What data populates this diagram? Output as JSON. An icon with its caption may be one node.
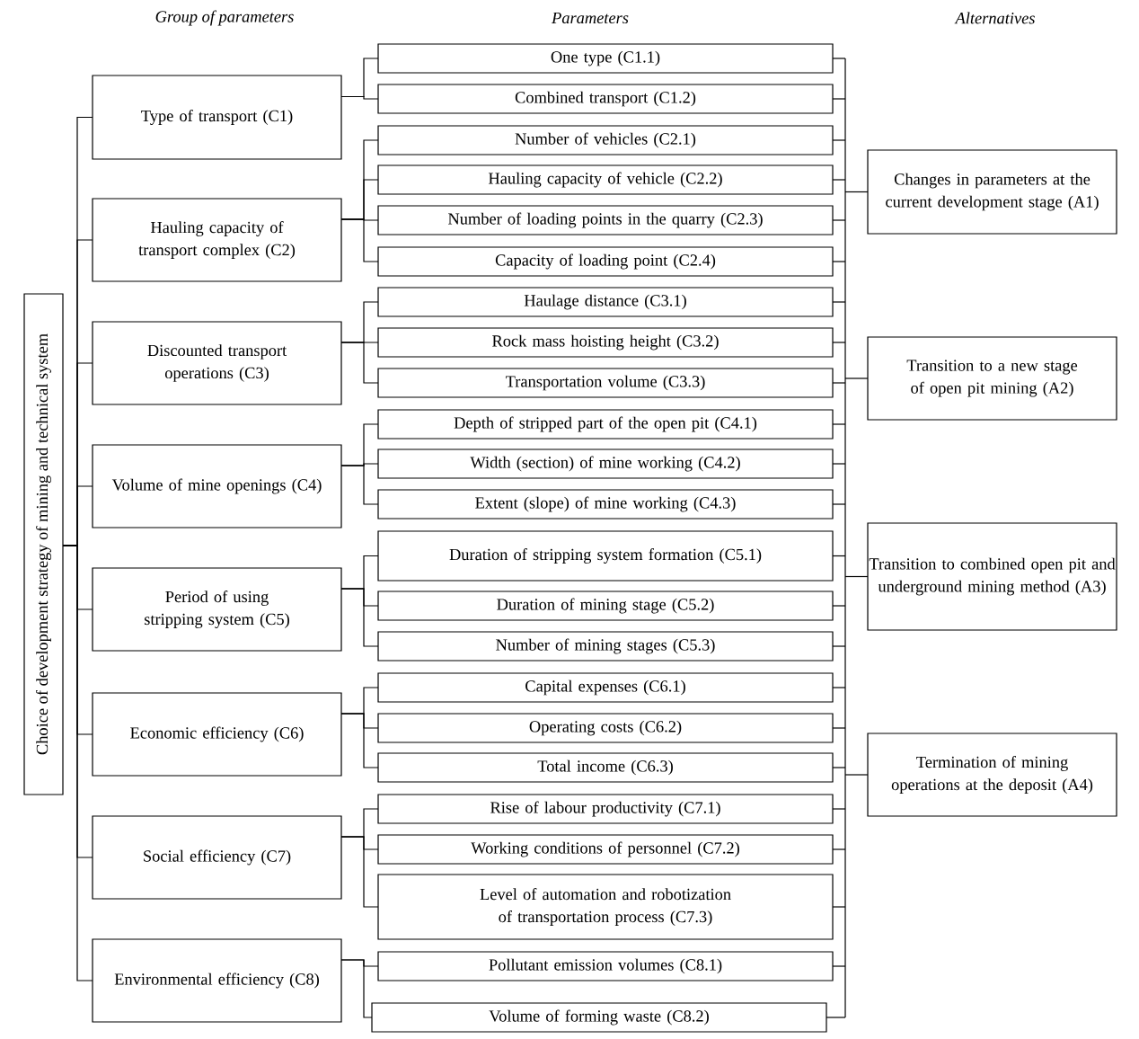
{
  "diagram": {
    "nodes": [
      {
        "text": [
          "Choice of development strategy of mining and technical system"
        ]
      },
      {
        "text": [
          "Type of transport (C1)"
        ]
      },
      {
        "text": [
          "Hauling capacity of transport complex (C2)"
        ]
      },
      {
        "text": [
          "Discounted transport operations (C3)"
        ]
      },
      {
        "text": [
          "Volume of mine openings (C4)"
        ]
      },
      {
        "text": [
          "Period of using stripping system (C5)"
        ]
      },
      {
        "text": [
          "Economic efficiency (C6)"
        ]
      },
      {
        "text": [
          "Social efficiency (C7)"
        ]
      },
      {
        "text": [
          "Environmental efficiency (C8)"
        ]
      },
      {
        "text": [
          "One type (C1.1)"
        ]
      },
      {
        "text": [
          "Combined transport (C1.2)"
        ]
      },
      {
        "text": [
          "Number of vehicles (C2.1)"
        ]
      },
      {
        "text": [
          "Hauling capacity of vehicle (C2.2)"
        ]
      },
      {
        "text": [
          "Number of loading points in the quarry (C2.3)"
        ]
      },
      {
        "text": [
          "Capacity of loading point (C2.4)"
        ]
      },
      {
        "text": [
          "Haulage distance (C3.1)"
        ]
      },
      {
        "text": [
          "Rock mass hoisting height (C3.2)"
        ]
      },
      {
        "text": [
          "Transportation volume (C3.3)"
        ]
      },
      {
        "text": [
          "Depth of stripped part of the open pit (C4.1)"
        ]
      },
      {
        "text": [
          "Width (section) of mine working (C4.2)"
        ]
      },
      {
        "text": [
          "Extent (slope) of mine working (C4.3)"
        ]
      },
      {
        "text": [
          "Duration of stripping system formation (C5.1)"
        ]
      },
      {
        "text": [
          "Duration of mining stage (C5.2)"
        ]
      },
      {
        "text": [
          "Number of mining stages (C5.3)"
        ]
      },
      {
        "text": [
          "Capital expenses (C6.1)"
        ]
      },
      {
        "text": [
          "Operating costs (C6.2)"
        ]
      },
      {
        "text": [
          "Total income (C6.3)"
        ]
      },
      {
        "text": [
          "Rise of labour productivity (C7.1)"
        ]
      },
      {
        "text": [
          "Working conditions of personnel (C7.2)"
        ]
      },
      {
        "text": [
          "Level of automation and robotization of transportation process (C7.3)"
        ]
      },
      {
        "text": [
          "Pollutant emission volumes (C8.1)"
        ]
      },
      {
        "text": [
          "Volume of forming waste (C8.2)"
        ]
      },
      {
        "text": [
          "Changes in parameters at the current development stage (A1)"
        ]
      },
      {
        "text": [
          "Transition to a new stage of open pit mining (A2)"
        ]
      },
      {
        "text": [
          "Transition to combined open pit and underground mining method (A3)"
        ]
      },
      {
        "text": [
          "Termination of mining operations at the deposit (A4)"
        ]
      }
    ],
    "edges": [
      {
        "from": 0,
        "to": 1,
        "arrow": "none"
      },
      {
        "from": 0,
        "to": 2,
        "arrow": "none"
      },
      {
        "from": 0,
        "to": 3,
        "arrow": "none"
      },
      {
        "from": 0,
        "to": 4,
        "arrow": "none"
      },
      {
        "from": 0,
        "to": 5,
        "arrow": "none"
      },
      {
        "from": 0,
        "to": 6,
        "arrow": "none"
      },
      {
        "from": 0,
        "to": 7,
        "arrow": "none"
      },
      {
        "from": 0,
        "to": 8,
        "arrow": "none"
      },
      {
        "from": 1,
        "to": 9,
        "arrow": "none"
      },
      {
        "from": 1,
        "to": 10,
        "arrow": "none"
      },
      {
        "from": 2,
        "to": 11,
        "arrow": "none"
      },
      {
        "from": 2,
        "to": 12,
        "arrow": "none"
      },
      {
        "from": 2,
        "to": 13,
        "arrow": "none"
      },
      {
        "from": 2,
        "to": 14,
        "arrow": "none"
      },
      {
        "from": 3,
        "to": 15,
        "arrow": "none"
      },
      {
        "from": 3,
        "to": 16,
        "arrow": "none"
      },
      {
        "from": 3,
        "to": 17,
        "arrow": "none"
      },
      {
        "from": 4,
        "to": 18,
        "arrow": "none"
      },
      {
        "from": 4,
        "to": 19,
        "arrow": "none"
      },
      {
        "from": 4,
        "to": 20,
        "arrow": "none"
      },
      {
        "from": 5,
        "to": 21,
        "arrow": "none"
      },
      {
        "from": 5,
        "to": 22,
        "arrow": "none"
      },
      {
        "from": 5,
        "to": 23,
        "arrow": "none"
      },
      {
        "from": 6,
        "to": 24,
        "arrow": "none"
      },
      {
        "from": 6,
        "to": 25,
        "arrow": "none"
      },
      {
        "from": 6,
        "to": 26,
        "arrow": "none"
      },
      {
        "from": 7,
        "to": 27,
        "arrow": "none"
      },
      {
        "from": 7,
        "to": 28,
        "arrow": "none"
      },
      {
        "from": 7,
        "to": 29,
        "arrow": "none"
      },
      {
        "from": 8,
        "to": 30,
        "arrow": "none"
      },
      {
        "from": 8,
        "to": 31,
        "arrow": "none"
      },
      {
        "from": 9,
        "to": 32,
        "arrow": "none"
      },
      {
        "from": 9,
        "to": 33,
        "arrow": "none"
      },
      {
        "from": 9,
        "to": 34,
        "arrow": "none"
      },
      {
        "from": 9,
        "to": 35,
        "arrow": "none"
      },
      {
        "from": 10,
        "to": 32,
        "arrow": "none"
      },
      {
        "from": 10,
        "to": 33,
        "arrow": "none"
      },
      {
        "from": 10,
        "to": 34,
        "arrow": "none"
      },
      {
        "from": 10,
        "to": 35,
        "arrow": "none"
      },
      {
        "from": 11,
        "to": 32,
        "arrow": "none"
      },
      {
        "from": 11,
        "to": 33,
        "arrow": "none"
      },
      {
        "from": 11,
        "to": 34,
        "arrow": "none"
      },
      {
        "from": 11,
        "to": 35,
        "arrow": "none"
      },
      {
        "from": 12,
        "to": 32,
        "arrow": "none"
      },
      {
        "from": 12,
        "to": 33,
        "arrow": "none"
      },
      {
        "from": 12,
        "to": 34,
        "arrow": "none"
      },
      {
        "from": 12,
        "to": 35,
        "arrow": "none"
      },
      {
        "from": 13,
        "to": 32,
        "arrow": "none"
      },
      {
        "from": 13,
        "to": 33,
        "arrow": "none"
      },
      {
        "from": 13,
        "to": 34,
        "arrow": "none"
      },
      {
        "from": 13,
        "to": 35,
        "arrow": "none"
      },
      {
        "from": 14,
        "to": 32,
        "arrow": "none"
      },
      {
        "from": 14,
        "to": 33,
        "arrow": "none"
      },
      {
        "from": 14,
        "to": 34,
        "arrow": "none"
      },
      {
        "from": 14,
        "to": 35,
        "arrow": "none"
      },
      {
        "from": 15,
        "to": 32,
        "arrow": "none"
      },
      {
        "from": 15,
        "to": 33,
        "arrow": "none"
      },
      {
        "from": 15,
        "to": 34,
        "arrow": "none"
      },
      {
        "from": 15,
        "to": 35,
        "arrow": "none"
      },
      {
        "from": 16,
        "to": 32,
        "arrow": "none"
      },
      {
        "from": 16,
        "to": 33,
        "arrow": "none"
      },
      {
        "from": 16,
        "to": 34,
        "arrow": "none"
      },
      {
        "from": 16,
        "to": 35,
        "arrow": "none"
      },
      {
        "from": 17,
        "to": 32,
        "arrow": "none"
      },
      {
        "from": 17,
        "to": 33,
        "arrow": "none"
      },
      {
        "from": 17,
        "to": 34,
        "arrow": "none"
      },
      {
        "from": 17,
        "to": 35,
        "arrow": "none"
      },
      {
        "from": 18,
        "to": 32,
        "arrow": "none"
      },
      {
        "from": 18,
        "to": 33,
        "arrow": "none"
      },
      {
        "from": 18,
        "to": 34,
        "arrow": "none"
      },
      {
        "from": 18,
        "to": 35,
        "arrow": "none"
      },
      {
        "from": 19,
        "to": 32,
        "arrow": "none"
      },
      {
        "from": 19,
        "to": 33,
        "arrow": "none"
      },
      {
        "from": 19,
        "to": 34,
        "arrow": "none"
      },
      {
        "from": 19,
        "to": 35,
        "arrow": "none"
      },
      {
        "from": 20,
        "to": 32,
        "arrow": "none"
      },
      {
        "from": 20,
        "to": 33,
        "arrow": "none"
      },
      {
        "from": 20,
        "to": 34,
        "arrow": "none"
      },
      {
        "from": 20,
        "to": 35,
        "arrow": "none"
      },
      {
        "from": 21,
        "to": 32,
        "arrow": "none"
      },
      {
        "from": 21,
        "to": 33,
        "arrow": "none"
      },
      {
        "from": 21,
        "to": 34,
        "arrow": "none"
      },
      {
        "from": 21,
        "to": 35,
        "arrow": "none"
      },
      {
        "from": 22,
        "to": 32,
        "arrow": "none"
      },
      {
        "from": 22,
        "to": 33,
        "arrow": "none"
      },
      {
        "from": 22,
        "to": 34,
        "arrow": "none"
      },
      {
        "from": 22,
        "to": 35,
        "arrow": "none"
      },
      {
        "from": 23,
        "to": 32,
        "arrow": "none"
      },
      {
        "from": 23,
        "to": 33,
        "arrow": "none"
      },
      {
        "from": 23,
        "to": 34,
        "arrow": "none"
      },
      {
        "from": 23,
        "to": 35,
        "arrow": "none"
      },
      {
        "from": 24,
        "to": 32,
        "arrow": "none"
      },
      {
        "from": 24,
        "to": 33,
        "arrow": "none"
      },
      {
        "from": 24,
        "to": 34,
        "arrow": "none"
      },
      {
        "from": 24,
        "to": 35,
        "arrow": "none"
      },
      {
        "from": 25,
        "to": 32,
        "arrow": "none"
      },
      {
        "from": 25,
        "to": 33,
        "arrow": "none"
      },
      {
        "from": 25,
        "to": 34,
        "arrow": "none"
      },
      {
        "from": 25,
        "to": 35,
        "arrow": "none"
      },
      {
        "from": 26,
        "to": 32,
        "arrow": "none"
      },
      {
        "from": 26,
        "to": 33,
        "arrow": "none"
      },
      {
        "from": 26,
        "to": 34,
        "arrow": "none"
      },
      {
        "from": 26,
        "to": 35,
        "arrow": "none"
      },
      {
        "from": 27,
        "to": 32,
        "arrow": "none"
      },
      {
        "from": 27,
        "to": 33,
        "arrow": "none"
      },
      {
        "from": 27,
        "to": 34,
        "arrow": "none"
      },
      {
        "from": 27,
        "to": 35,
        "arrow": "none"
      },
      {
        "from": 28,
        "to": 32,
        "arrow": "none"
      },
      {
        "from": 28,
        "to": 33,
        "arrow": "none"
      },
      {
        "from": 28,
        "to": 34,
        "arrow": "none"
      },
      {
        "from": 28,
        "to": 35,
        "arrow": "none"
      },
      {
        "from": 29,
        "to": 32,
        "arrow": "none"
      },
      {
        "from": 29,
        "to": 33,
        "arrow": "none"
      },
      {
        "from": 29,
        "to": 34,
        "arrow": "none"
      },
      {
        "from": 29,
        "to": 35,
        "arrow": "none"
      },
      {
        "from": 30,
        "to": 32,
        "arrow": "none"
      },
      {
        "from": 30,
        "to": 33,
        "arrow": "none"
      },
      {
        "from": 30,
        "to": 34,
        "arrow": "none"
      },
      {
        "from": 30,
        "to": 35,
        "arrow": "none"
      },
      {
        "from": 31,
        "to": 32,
        "arrow": "none"
      },
      {
        "from": 31,
        "to": 33,
        "arrow": "none"
      },
      {
        "from": 31,
        "to": 34,
        "arrow": "none"
      },
      {
        "from": 31,
        "to": 35,
        "arrow": "none"
      }
    ],
    "labels": [
      "Group of parameters",
      "Parameters",
      "Alternatives"
    ]
  }
}
